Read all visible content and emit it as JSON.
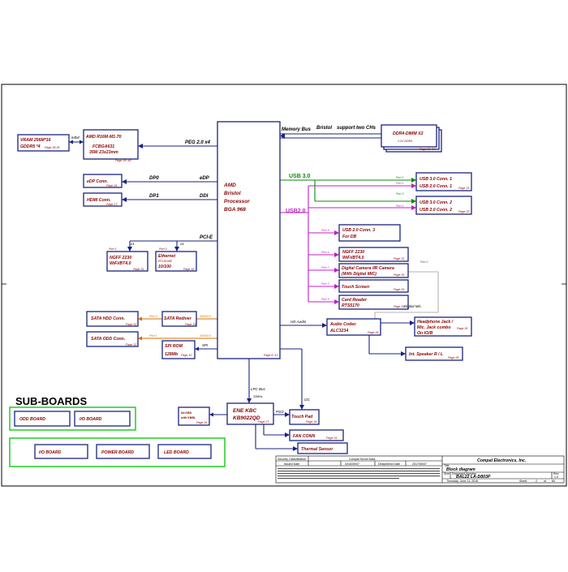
{
  "cpu": {
    "line1": "AMD",
    "line2": "Bristol",
    "line3": "Processor",
    "line4": "BGA 968",
    "page": "Page 6~12"
  },
  "gpu": {
    "line1": "AMD R16M-M1-70",
    "line2": "FCBGA631",
    "line3": "35W 23x23mm",
    "page": "Page 39~46"
  },
  "vram": {
    "line1": "VRAM 256M*16",
    "line2": "GDDR5 *4",
    "page": "Page 38,39"
  },
  "ddr": {
    "line1": "DDR4-DIMM X2",
    "line2": "1.2V DDR4",
    "page": "Page 13~14"
  },
  "edp_conn": {
    "label": "eDP Conn.",
    "page": "Page 26"
  },
  "hdmi_conn": {
    "label": "HDMI Conn.",
    "page": "Page 27"
  },
  "ngff1": {
    "line1": "NGFF 2230",
    "line2": "WiFi/BT4.0",
    "page": "Page 31"
  },
  "ethernet": {
    "line1": "Ethernet",
    "line2": "RTL8106E",
    "line3": "10/100",
    "page": "Page 18"
  },
  "sata_hdd": {
    "label": "SATA HDD Conn.",
    "page": "Page 32"
  },
  "sata_odd": {
    "label": "SATA ODD Conn.",
    "page": "Page 32"
  },
  "sata_redriver": {
    "label": "SATA Rediver",
    "page": "Page 33"
  },
  "spi_rom": {
    "line1": "SPI ROM",
    "line2": "128Mb",
    "page": "Page 10"
  },
  "usb30_1": {
    "line1": "USB 3.0 Conn. 1",
    "line2": "USB 2.0 Conn. 1",
    "page": "Page 33"
  },
  "usb30_2": {
    "line1": "USB 3.0 Conn. 2",
    "line2": "USB 2.0 Conn. 2",
    "page": "Page 33"
  },
  "usb20_3": {
    "line1": "USB 2.0 Conn. 3",
    "line2": "For DB"
  },
  "ngff2": {
    "line1": "NGFF 2230",
    "line2": "WiFi/BT4.0",
    "page": "Page 31"
  },
  "camera": {
    "line1": "Digital Camera /IR Camera",
    "line2": "(With Digital MIC)",
    "page": "Page 26"
  },
  "touch": {
    "label": "Touch Screen",
    "page": "Page 26"
  },
  "card": {
    "line1": "Card Reader",
    "line2": "RTS5170",
    "page": "Page 35"
  },
  "codec": {
    "line1": "Audio Codec",
    "line2": "ALC3234",
    "page": "Page 28"
  },
  "headphone": {
    "line1": "Headphone Jack /",
    "line2": "Mic. Jack combo",
    "line3": "On IO/B",
    "page": "Page 35"
  },
  "speaker": {
    "label": "Int. Speaker R / L",
    "page": "Page 28"
  },
  "kbc": {
    "line1": "ENE KBC",
    "line2": "KB9022QD",
    "page": "Page 27"
  },
  "intkbd": {
    "line1": "Int.KBD",
    "line2": "with KBBL",
    "page": "Page 34"
  },
  "touchpad": {
    "label": "Touch Pad",
    "page": "Page 34"
  },
  "fan": {
    "label": "FAN CONN",
    "page": "Page 34"
  },
  "thermal": {
    "label": "Thermal Sensor"
  },
  "buses": {
    "memory": "Memory Bus",
    "bristol": "Bristol",
    "support": "support two CHs",
    "peg": "PEG 2.0 x4",
    "bit64": "64bit",
    "dp0": "DP0",
    "edp": "eDP",
    "dp1": "DP1",
    "ddi": "DDI",
    "pcie": "PCI-E",
    "x1a": "x1",
    "x1b": "x1",
    "usb30": "USB 3.0",
    "usb20": "USB2.0",
    "sata0": "SATA3.0",
    "sata1": "SATA3.0",
    "hdaudio": "HD Audio",
    "spi": "SPI",
    "lpc": "LPC Bus",
    "lpcfreq": "33MHz",
    "ps2": "PS/2",
    "i2c": "I2C",
    "digmic": "Digital Mic."
  },
  "ports": {
    "p1a": "Port 1",
    "p1b": "Port 1",
    "p2a": "Port 2",
    "p2b": "Port 2",
    "p6": "Port 6",
    "p4": "Port 4",
    "p7": "Port 7",
    "p3": "Port 3",
    "p5": "Port 5",
    "port1": "Port 1",
    "port0": "Port 0",
    "sport0": "Port 0",
    "sport1": "Port 1",
    "p2c": "Port 2"
  },
  "subboards": {
    "title": "SUB-BOARDS",
    "odd": "ODD BOARD",
    "io1": "I/O BOARD",
    "io2": "I/O BOARD",
    "power": "POWER BOARD",
    "led": "LED BOARD"
  },
  "titleblock": {
    "security": "Security Classification",
    "secret": "Compal Secret Data",
    "issued": "Issued Date",
    "issued_val": "2016/05/07",
    "decipher": "Deciphered Date",
    "decipher_val": "2017/05/07",
    "company": "Compal Electronics, Inc.",
    "title_lbl": "Title",
    "doc": "Block diagram",
    "size_lbl": "Size",
    "docnum_lbl": "Document Number",
    "rev_lbl": "Rev",
    "docnum": "BAL22  LA-D803P",
    "rev": "1.0",
    "date": "Thursday, June 11, 2016",
    "sheet": "Sheet",
    "sheet_num": "2",
    "of": "of",
    "sheet_total": "60"
  }
}
